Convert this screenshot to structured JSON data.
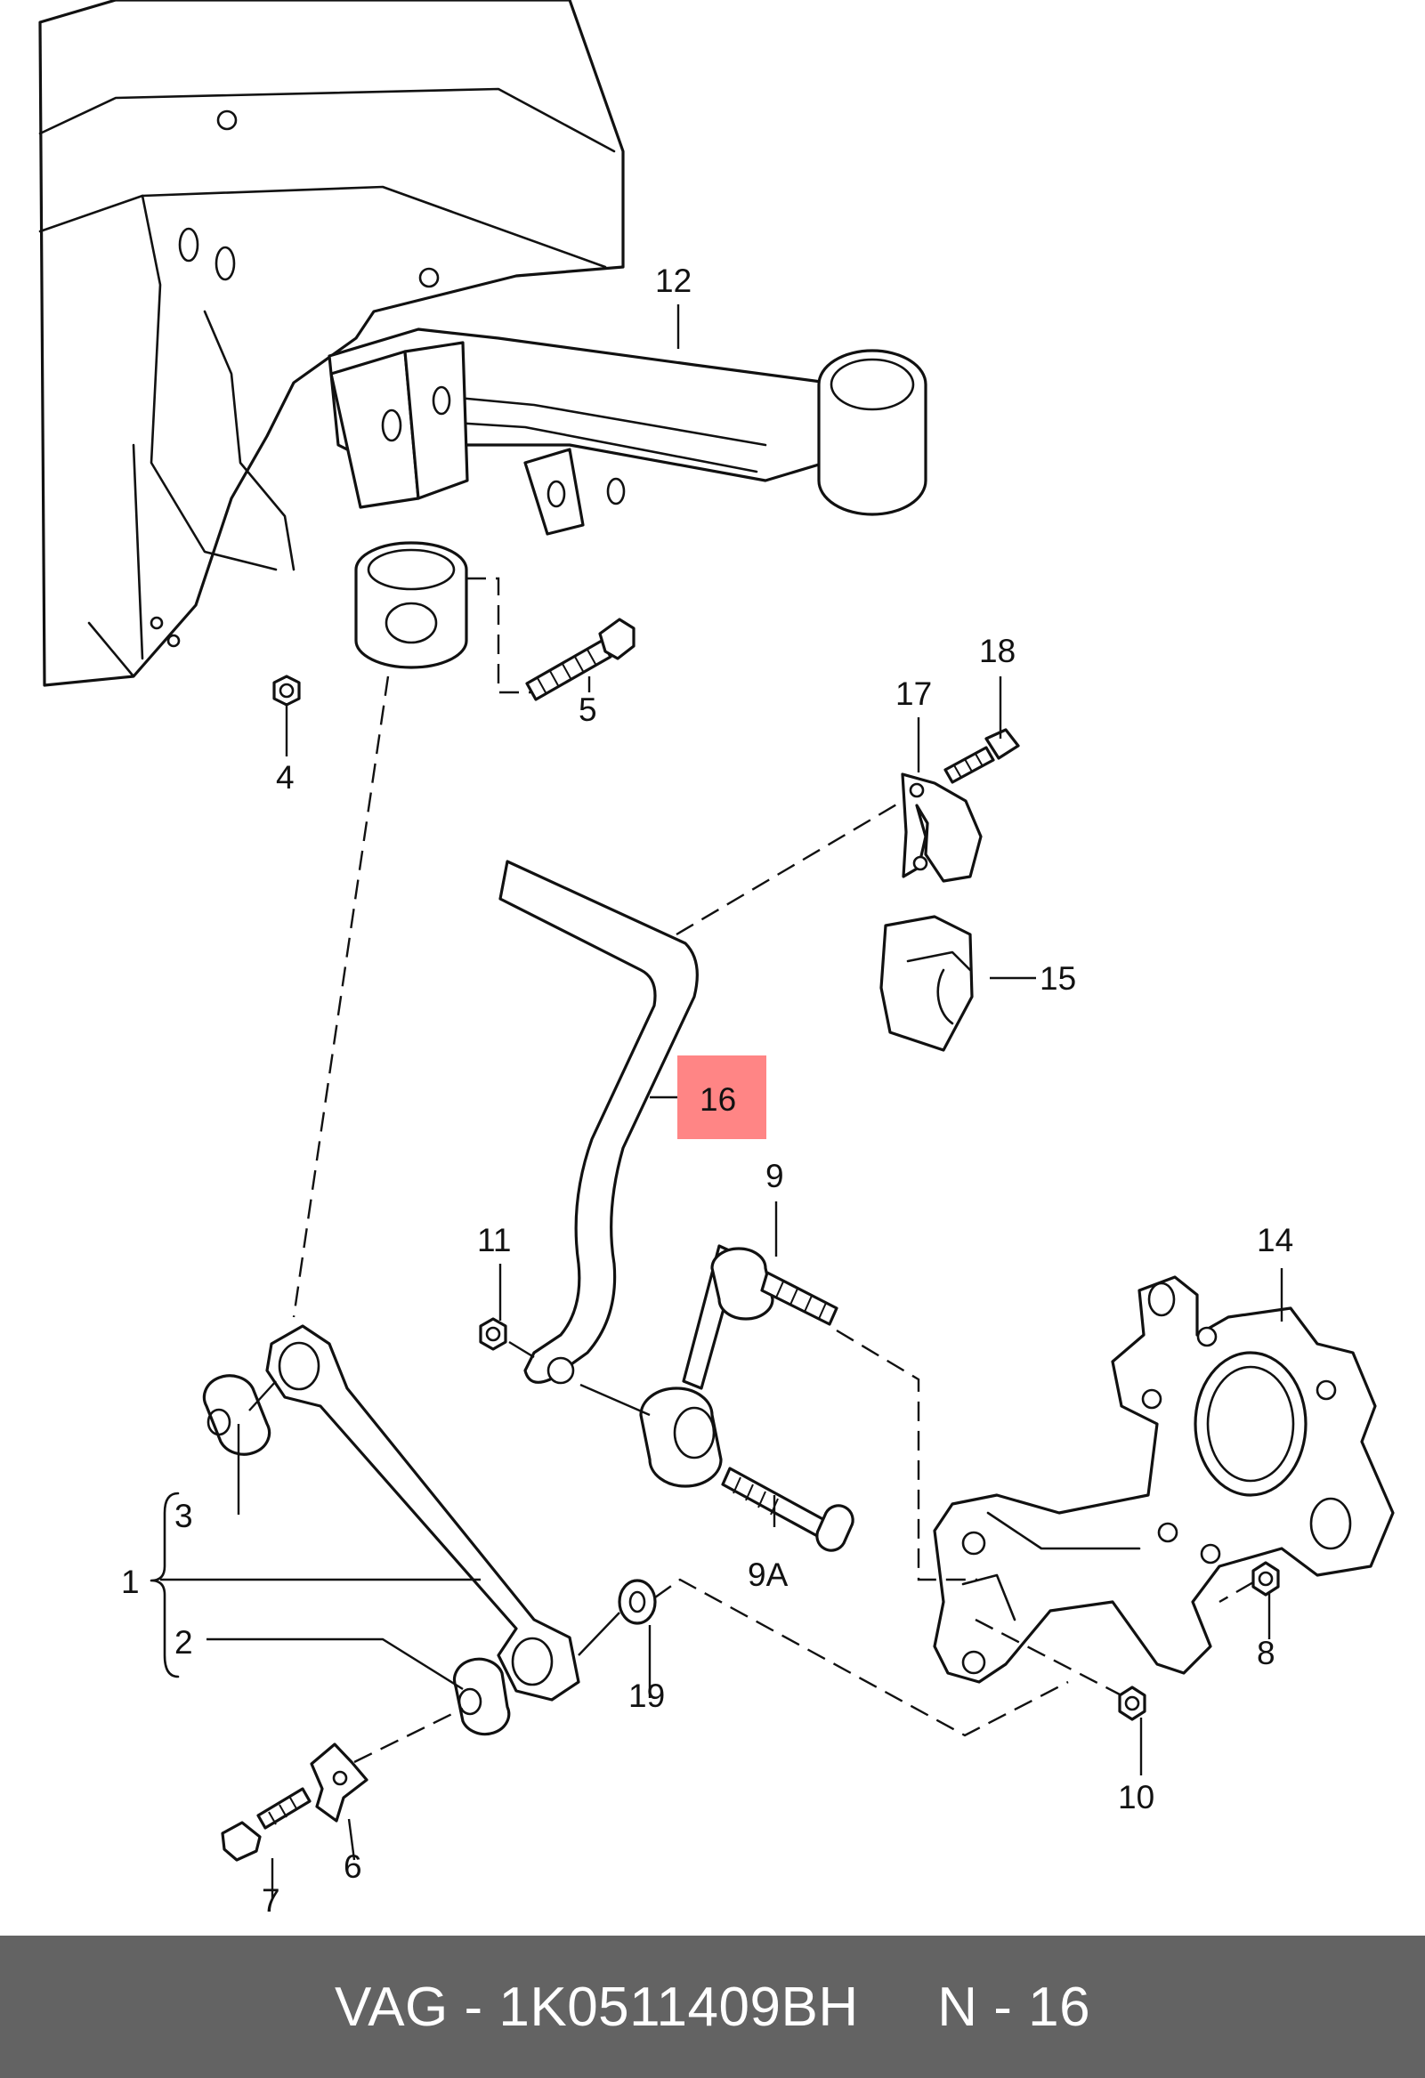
{
  "diagram": {
    "callouts": {
      "c1": "1",
      "c2": "2",
      "c3": "3",
      "c4": "4",
      "c5": "5",
      "c6": "6",
      "c7": "7",
      "c8": "8",
      "c9": "9",
      "c9a": "9A",
      "c10": "10",
      "c11": "11",
      "c12": "12",
      "c14": "14",
      "c15": "15",
      "c16": "16",
      "c17": "17",
      "c18": "18",
      "c19": "19"
    },
    "highlighted_callout": "16",
    "highlight_color": "#ff8585"
  },
  "footer": {
    "text": "VAG - 1K0511409BH     N - 16",
    "background": "#636363",
    "text_color": "#ffffff"
  }
}
